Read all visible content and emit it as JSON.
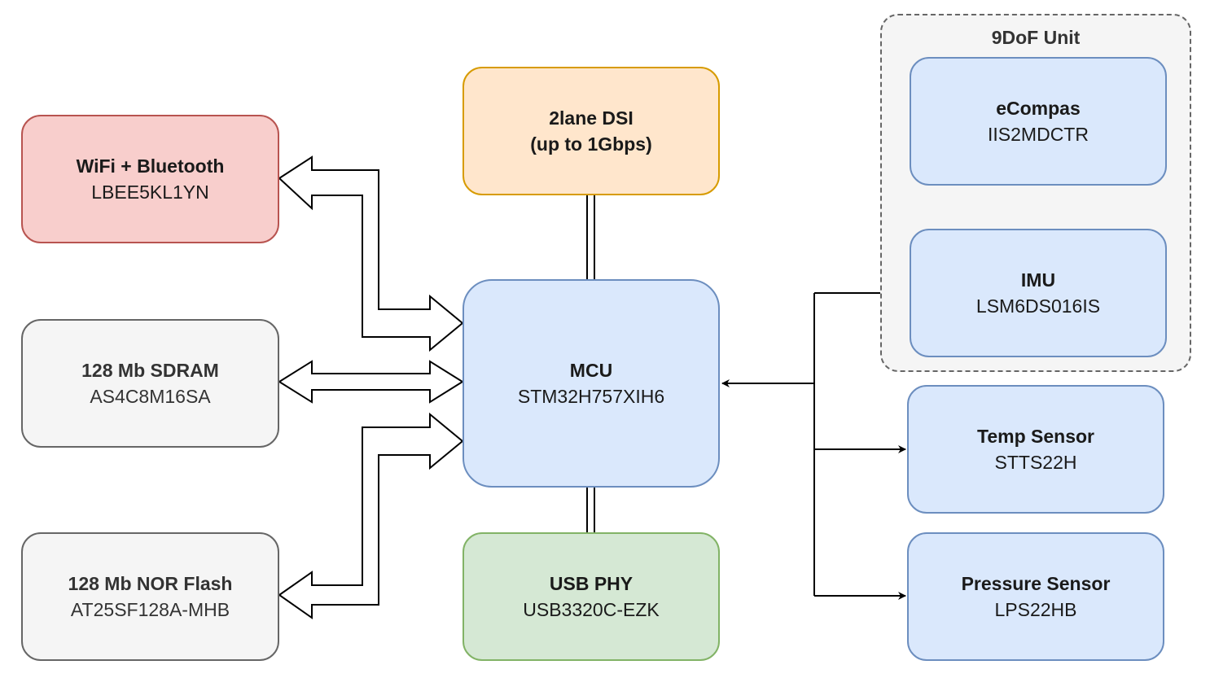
{
  "colors": {
    "red_fill": "#f8cecc",
    "red_stroke": "#b85450",
    "grey_fill": "#f5f5f5",
    "grey_stroke": "#666666",
    "orange_fill": "#ffe6cc",
    "orange_stroke": "#d79b00",
    "blue_fill": "#dae8fc",
    "blue_stroke": "#6c8ebf",
    "green_fill": "#d5e8d4",
    "green_stroke": "#82b366",
    "line": "#000000"
  },
  "group": {
    "label": "9DoF Unit"
  },
  "blocks": {
    "wifi": {
      "title": "WiFi + Bluetooth",
      "part": "LBEE5KL1YN"
    },
    "sdram": {
      "title": "128 Mb SDRAM",
      "part": "AS4C8M16SA"
    },
    "nor": {
      "title": "128 Mb NOR Flash",
      "part": "AT25SF128A-MHB"
    },
    "dsi": {
      "title_line1": "2lane DSI",
      "title_line2": "(up to 1Gbps)"
    },
    "mcu": {
      "title": "MCU",
      "part": "STM32H757XIH6"
    },
    "usb": {
      "title": "USB PHY",
      "part": "USB3320C-EZK"
    },
    "ecompas": {
      "title": "eCompas",
      "part": "IIS2MDCTR"
    },
    "imu": {
      "title": "IMU",
      "part": "LSM6DS016IS"
    },
    "temp": {
      "title": "Temp Sensor",
      "part": "STTS22H"
    },
    "pressure": {
      "title": "Pressure Sensor",
      "part": "LPS22HB"
    }
  }
}
